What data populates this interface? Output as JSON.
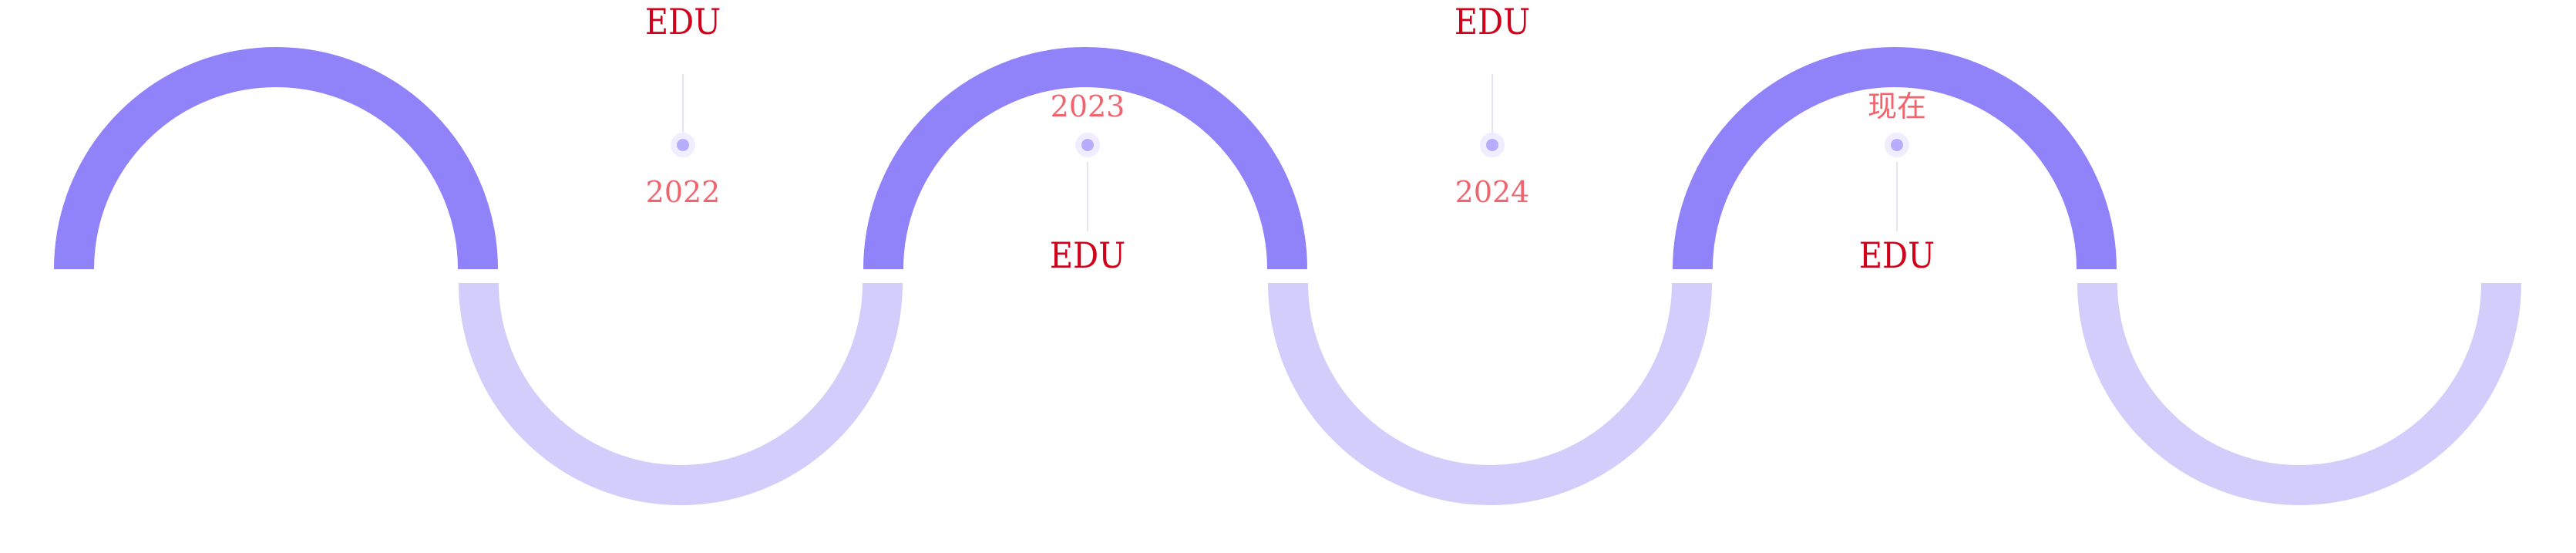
{
  "colors": {
    "upper_arc": "#9082f8",
    "lower_arc": "#d3cdfb",
    "title_text": "#d0011b",
    "year_text": "#f0646e",
    "stem": "#e6e4f6",
    "dot_inner": "#b6aefc",
    "dot_halo": "#efedff"
  },
  "timeline": {
    "milestones": [
      {
        "title": "EDU",
        "year": "2022",
        "orientation": "up"
      },
      {
        "title": "EDU",
        "year": "2023",
        "orientation": "down"
      },
      {
        "title": "EDU",
        "year": "2024",
        "orientation": "up"
      },
      {
        "title": "EDU",
        "year": "现在",
        "orientation": "down"
      }
    ]
  }
}
